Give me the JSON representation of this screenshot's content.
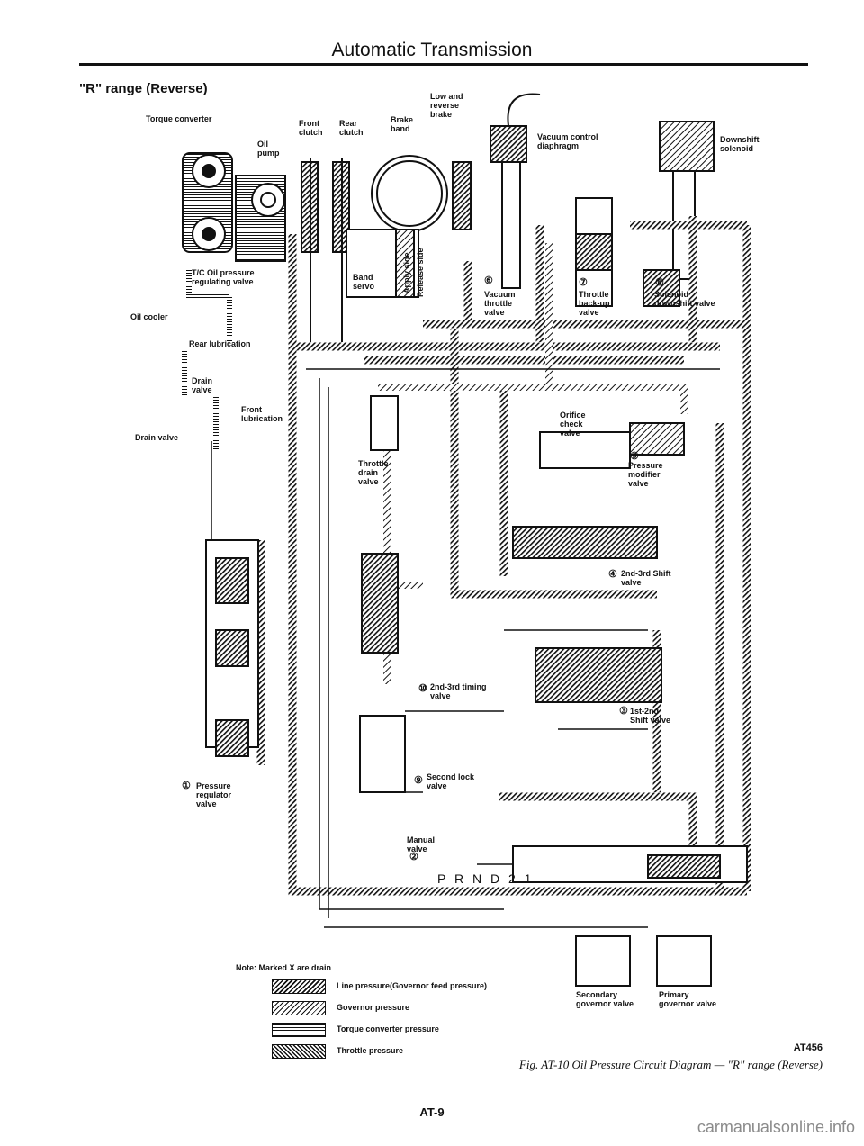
{
  "header": {
    "title": "Automatic Transmission"
  },
  "section": {
    "title": "\"R\" range (Reverse)"
  },
  "labels": {
    "torque_converter": "Torque converter",
    "oil_pump": "Oil\npump",
    "front_clutch": "Front\nclutch",
    "rear_clutch": "Rear\nclutch",
    "brake_band": "Brake\nband",
    "low_reverse_brake": "Low and\nreverse\nbrake",
    "vacuum_diaphragm": "Vacuum control\ndiaphragm",
    "downshift_solenoid": "Downshift\nsolenoid",
    "tc_valve": "T/C Oil pressure\nregulating valve",
    "oil_cooler": "Oil cooler",
    "rear_lubrication": "Rear lubrication",
    "drain_valve_1": "Drain\nvalve",
    "front_lubrication": "Front\nlubrication",
    "drain_valve_2": "Drain valve",
    "band_servo": "Band\nservo",
    "apply_side": "Apply side",
    "release_side": "Release side",
    "vacuum_throttle": "Vacuum\nthrottle\nvalve",
    "throttle_backup": "Throttle\nback-up\nvalve",
    "solenoid_valve": "Solenoid\ndownshift valve",
    "throttle_drain": "Throttle\ndrain\nvalve",
    "orifice_check": "Orifice\ncheck\nvalve",
    "pressure_modifier": "Pressure\nmodifier\nvalve",
    "shift_23": "2nd-3rd Shift\nvalve",
    "timing_23": "2nd-3rd timing\nvalve",
    "shift_12": "1st-2nd\nShift valve",
    "second_lock": "Second lock\nvalve",
    "pressure_regulator": "Pressure\nregulator\nvalve",
    "manual_valve": "Manual\nvalve",
    "selector": "P R N D 2 1",
    "secondary_governor": "Secondary\ngovernor valve",
    "primary_governor": "Primary\ngovernor valve"
  },
  "numbers": {
    "n1": "①",
    "n2": "②",
    "n3": "③",
    "n4": "④",
    "n5": "⑤",
    "n6": "⑥",
    "n7": "⑦",
    "n8": "⑧",
    "n9": "⑨",
    "n10": "⑩"
  },
  "legend": {
    "note": "Note: Marked X are drain",
    "items": [
      {
        "label": "Line pressure(Governor feed pressure)",
        "pattern": "line"
      },
      {
        "label": "Governor pressure",
        "pattern": "gov"
      },
      {
        "label": "Torque converter pressure",
        "pattern": "tc"
      },
      {
        "label": "Throttle pressure",
        "pattern": "thr"
      }
    ]
  },
  "figure": {
    "code": "AT456",
    "caption": "Fig. AT-10 Oil Pressure Circuit Diagram — \"R\" range (Reverse)"
  },
  "footer": {
    "page": "AT-9",
    "watermark": "carmanualsonline.info"
  }
}
